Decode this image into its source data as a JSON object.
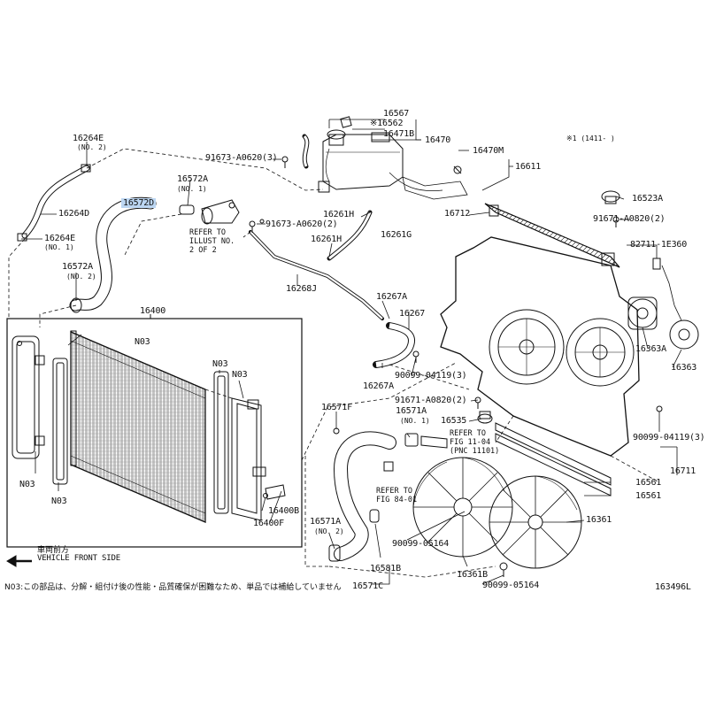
{
  "labels": {
    "p16567": "16567",
    "p16562": "※16562",
    "p16471b": "16471B",
    "p16470": "16470",
    "p16470m": "16470M",
    "p16611": "16611",
    "p16264e_top": "16264E",
    "p16264d": "16264D",
    "p16264e_bot": "16264E",
    "p16572d": "16572D",
    "p16572a_top": "16572A",
    "p16572a_left": "16572A",
    "p91673_1": "91673-A0620(3)",
    "p91673_2": "91673-A0620(2)",
    "p16261h_1": "16261H",
    "p16261h_2": "16261H",
    "p16261g": "16261G",
    "p16268j": "16268J",
    "p16267a_1": "16267A",
    "p16267": "16267",
    "p16267a_2": "16267A",
    "p16712": "16712",
    "p16523a": "16523A",
    "p91671_1": "91671-A0820(2)",
    "p82711": "82711-1E360",
    "p16363a": "16363A",
    "p16363": "16363",
    "p90099_1": "90099-04119(3)",
    "p91671_2": "91671-A0820(2)",
    "p16535": "16535",
    "p90099_2": "90099-04119(3)",
    "p16711": "16711",
    "p16561_1": "16561",
    "p16561_2": "16561",
    "p16361": "16361",
    "p16361b": "16361B",
    "p90099_3": "90099-05164",
    "p90099_4": "90099-05164",
    "p16400": "16400",
    "p16571f": "16571F",
    "p16571a_1": "16571A",
    "p16571a_2": "16571A",
    "p16571c": "16571C",
    "p16581b": "16581B",
    "p16400b": "16400B",
    "p16400f": "16400F",
    "n03_1": "N03",
    "n03_2": "N03",
    "n03_3": "N03",
    "n03_4": "N03",
    "n03_5": "N03"
  },
  "sublabels": {
    "no2_top": "(NO. 2)",
    "no1_bot": "(NO. 1)",
    "no1_572a": "(NO. 1)",
    "no2_572a": "(NO. 2)",
    "no1_571a": "(NO. 1)",
    "no2_571a": "(NO. 2)",
    "note1": "※1 (1411-     )"
  },
  "refs": {
    "ref1": "REFER TO\nILLUST NO.\n2 OF 2",
    "ref2": "REFER TO\nFIG 11-04\n(PNC 11101)",
    "ref3": "REFER TO\nFIG 84-01"
  },
  "footer": {
    "front_jp": "車両前方",
    "front_en": "VEHICLE FRONT SIDE",
    "note": "N03:この部品は、分解・組付け後の性能・品質確保が困難なため、単品では補給していません",
    "code": "163496L"
  },
  "colors": {
    "line": "#111111",
    "highlight": "#bcd6f2"
  }
}
